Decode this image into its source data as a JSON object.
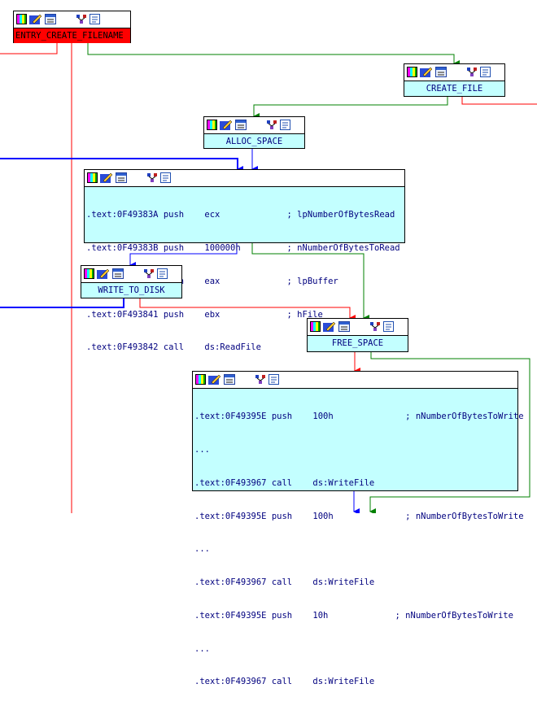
{
  "nodes": {
    "entry": {
      "label": "ENTRY_CREATE_FILENAME"
    },
    "create": {
      "label": "CREATE_FILE"
    },
    "alloc": {
      "label": "ALLOC_SPACE"
    },
    "write": {
      "label": "WRITE_TO_DISK"
    },
    "free": {
      "label": "FREE_SPACE"
    },
    "readblock": {
      "lines": [
        ".text:0F49383A push    ecx             ; lpNumberOfBytesRead",
        ".text:0F49383B push    100000h         ; nNumberOfBytesToRead",
        ".text:0F493840 push    eax             ; lpBuffer",
        ".text:0F493841 push    ebx             ; hFile",
        ".text:0F493842 call    ds:ReadFile"
      ]
    },
    "writeblock": {
      "lines": [
        ".text:0F49395E push    100h              ; nNumberOfBytesToWrite",
        "...",
        ".text:0F493967 call    ds:WriteFile",
        ".text:0F49395E push    100h              ; nNumberOfBytesToWrite",
        "...",
        ".text:0F493967 call    ds:WriteFile",
        ".text:0F49395E push    10h             ; nNumberOfBytesToWrite",
        "...",
        ".text:0F493967 call    ds:WriteFile"
      ]
    }
  },
  "toolbar_icons": [
    "color-palette-icon",
    "edit-pencil-icon",
    "graph-window-icon",
    "group-nodes-icon",
    "node-text-icon"
  ],
  "colors": {
    "node_bg": "#c3ffff",
    "edge_blue": "#0000ff",
    "edge_green": "#008000",
    "edge_red": "#ff0000",
    "text": "#00007f"
  }
}
